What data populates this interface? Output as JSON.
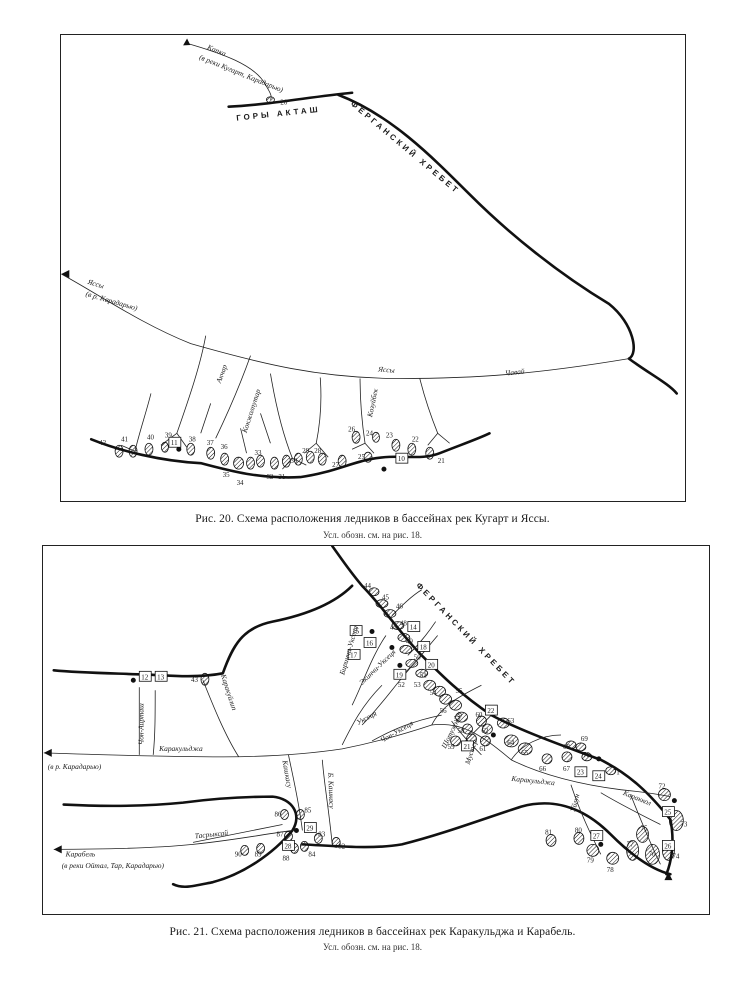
{
  "figure20": {
    "caption": "Рис. 20. Схема расположения ледников в бассейнах рек Кугарт и Яссы.",
    "subcaption": "Усл. обозн. см. на рис. 18.",
    "ridges": [
      {
        "name": "ГОРЫ АКТАШ"
      },
      {
        "name": "ФЕРГАНСКИЙ ХРЕБЕТ"
      }
    ],
    "river_labels": [
      {
        "name": "Капка"
      },
      {
        "name": "(в реки Кугарт, Карадарью)"
      },
      {
        "name": "Яссы"
      },
      {
        "name": "(в р. Карадарью)"
      },
      {
        "name": "Яссы"
      },
      {
        "name": "Чавай"
      },
      {
        "name": "Акчар"
      },
      {
        "name": "Кокжолпутар"
      },
      {
        "name": "Козуйбек"
      }
    ],
    "glaciers": [
      "20",
      "21",
      "22",
      "23",
      "24",
      "25",
      "26",
      "27",
      "28",
      "29",
      "30",
      "31",
      "32",
      "33",
      "34",
      "35",
      "36",
      "37",
      "38",
      "39",
      "40",
      "41",
      "42"
    ],
    "boxed_glaciers": [
      "10",
      "11"
    ]
  },
  "figure21": {
    "caption": "Рис. 21. Схема расположения ледников в бассейнах рек Каракульджа и Карабель.",
    "subcaption": "Усл. обозн. см. на рис. 18.",
    "ridges": [
      {
        "name": "ФЕРГАНСКИЙ ХРЕБЕТ"
      }
    ],
    "river_labels": [
      {
        "name": "Чон-Аирташ"
      },
      {
        "name": "Каракульджа"
      },
      {
        "name": "(в р. Карадарью)"
      },
      {
        "name": "Каракуйлип"
      },
      {
        "name": "Кашкасу"
      },
      {
        "name": "Б. Кашкасу"
      },
      {
        "name": "Тасрыксай"
      },
      {
        "name": "Карабель"
      },
      {
        "name": "(в реки Ойтал, Тар, Карадарью)"
      },
      {
        "name": "Биринчи-Уксеця"
      },
      {
        "name": "Экинчи-Уксеця"
      },
      {
        "name": "Уксеця"
      },
      {
        "name": "Чон-Уксеця"
      },
      {
        "name": "Шотужный"
      },
      {
        "name": "Мустер"
      },
      {
        "name": "Каракульджа"
      },
      {
        "name": "Уйгун"
      },
      {
        "name": "Караккол"
      }
    ],
    "glaciers": [
      "43",
      "44",
      "45",
      "46",
      "47",
      "48",
      "49",
      "50",
      "51",
      "52",
      "53",
      "54",
      "55",
      "56",
      "57",
      "58",
      "59",
      "60",
      "61",
      "62",
      "63",
      "64",
      "65",
      "66",
      "67",
      "68",
      "69",
      "70",
      "71",
      "72",
      "73",
      "74",
      "75",
      "76",
      "77",
      "78",
      "79",
      "80",
      "81",
      "82",
      "83",
      "84",
      "85",
      "86",
      "87",
      "88",
      "89",
      "90"
    ],
    "boxed_glaciers": [
      "12",
      "13",
      "14",
      "15",
      "16",
      "17",
      "18",
      "19",
      "20",
      "21",
      "22",
      "23",
      "24",
      "25",
      "26",
      "27",
      "28",
      "29"
    ]
  },
  "colors": {
    "ink": "#111111",
    "paper": "#ffffff"
  }
}
